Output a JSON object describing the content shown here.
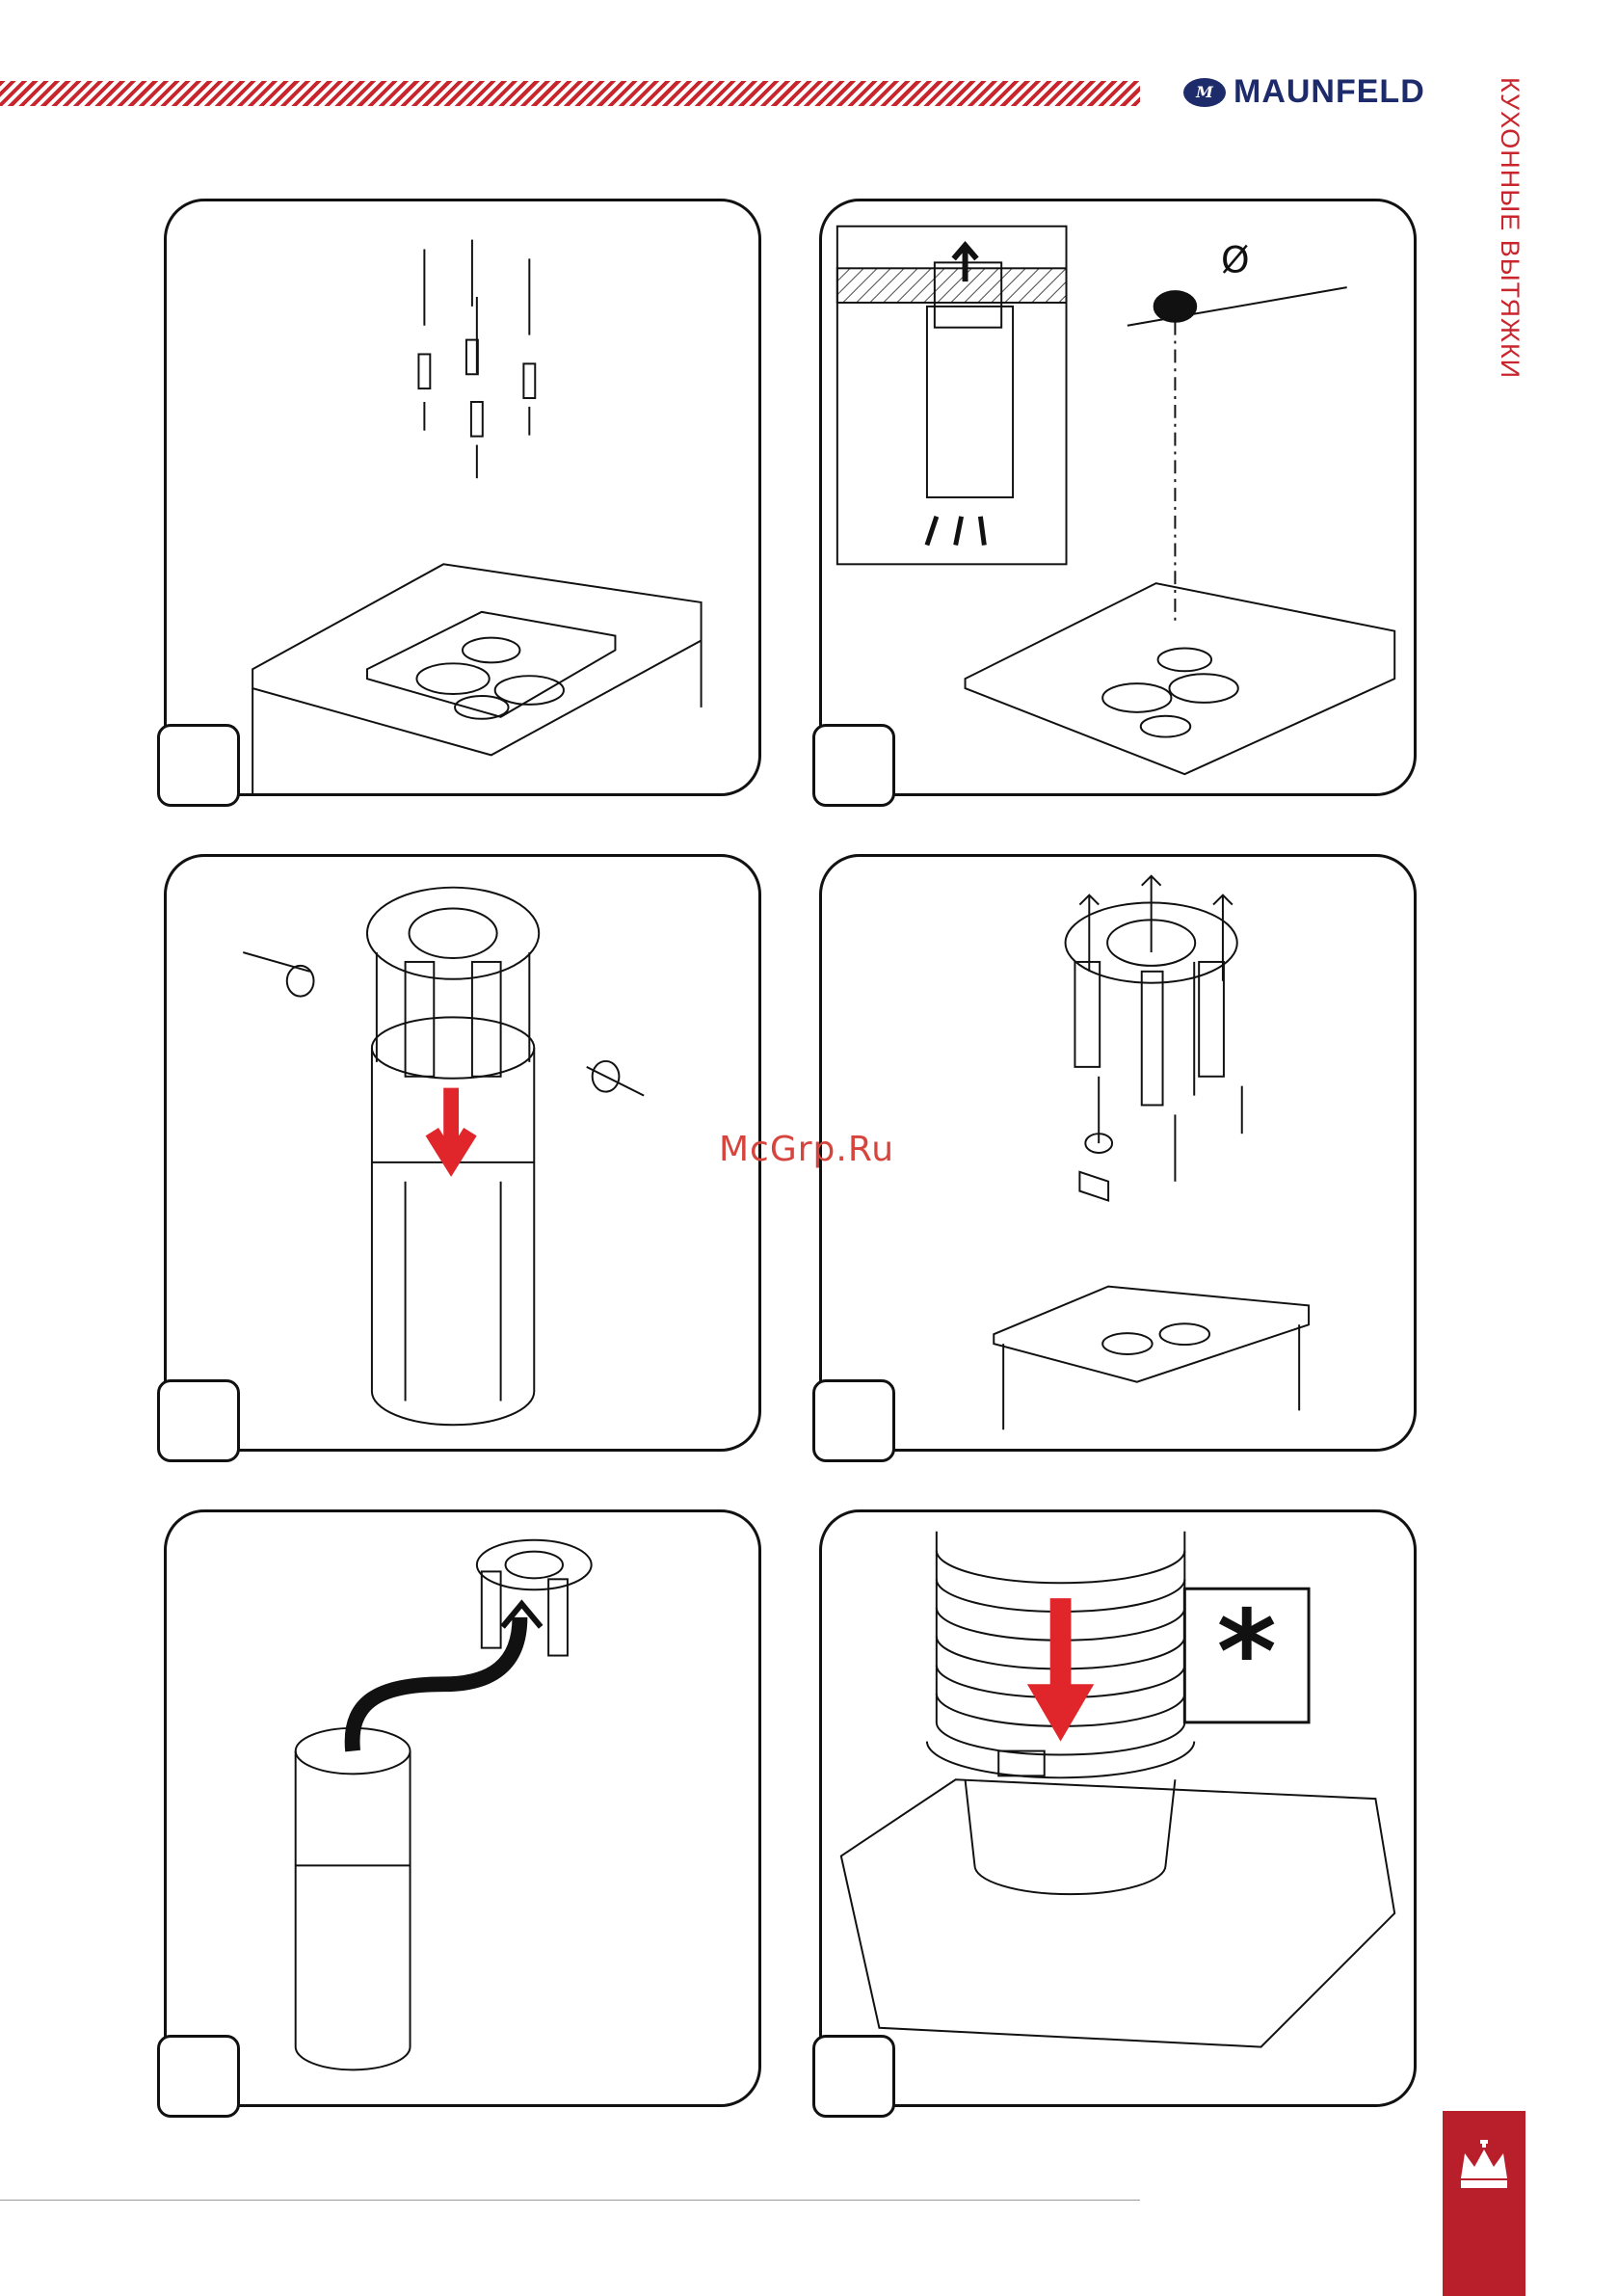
{
  "header": {
    "brand": "MAUNFELD",
    "brand_mark": "M",
    "side_title": "КУХОННЫЕ ВЫТЯЖКИ"
  },
  "watermark": "McGrp.Ru",
  "panels": [
    {
      "id": "fixings",
      "step": "",
      "icon": "wall-plugs-and-screws"
    },
    {
      "id": "ceiling-hole",
      "step": "",
      "icon": "ceiling-hole-diameter",
      "symbol": "Ø"
    },
    {
      "id": "frame-screw",
      "step": "",
      "icon": "frame-into-chimney"
    },
    {
      "id": "frame-ceiling",
      "step": "",
      "icon": "frame-to-ceiling"
    },
    {
      "id": "remove-frame",
      "step": "",
      "icon": "remove-frame-from-chimney"
    },
    {
      "id": "duct-clamp",
      "step": "",
      "icon": "duct-hose-clamp",
      "note_mark": "*"
    }
  ],
  "colors": {
    "brand_red": "#c9252c",
    "brand_navy": "#1d2b6b",
    "arrow_red": "#e0262b"
  }
}
